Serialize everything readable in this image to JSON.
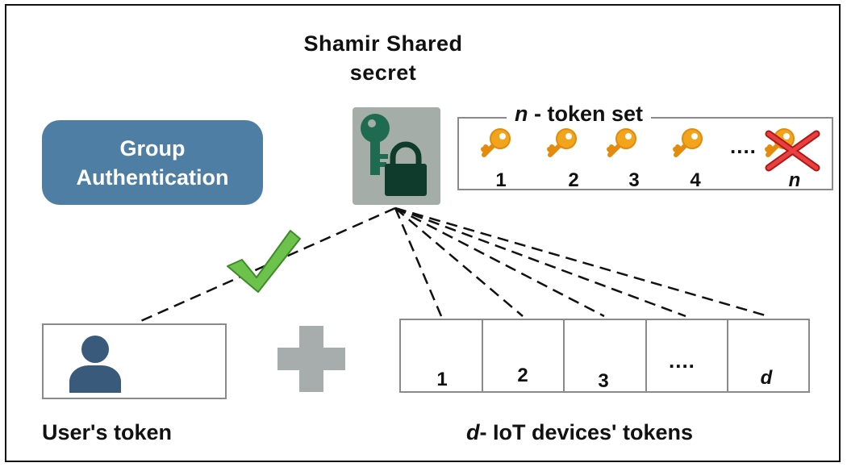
{
  "title": {
    "line1": "Shamir Shared",
    "line2": "secret"
  },
  "group_auth": {
    "line1": "Group",
    "line2": "Authentication"
  },
  "token_set": {
    "label_italic": "n",
    "label_rest": " - token set",
    "keys": [
      "1",
      "2",
      "3",
      "4"
    ],
    "ellipsis": "....",
    "last": "n"
  },
  "devices": {
    "keys": [
      "1",
      "2",
      "3"
    ],
    "ellipsis": "....",
    "last": "d"
  },
  "captions": {
    "user": "User's token",
    "devices_italic": "d",
    "devices_rest": "- IoT devices' tokens"
  },
  "colors": {
    "group_auth": "#4f7ea4",
    "key": "#f2a41c",
    "lock_bg": "#a5ada8",
    "checkmark": "#6cc24a",
    "cross": "#e03030"
  }
}
